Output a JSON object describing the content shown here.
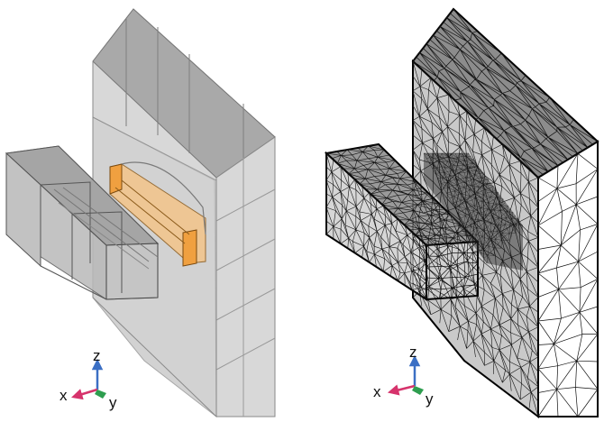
{
  "panels": [
    {
      "id": "geometry-view",
      "triad": {
        "z": "z",
        "x": "x",
        "y": "y"
      }
    },
    {
      "id": "mesh-view",
      "triad": {
        "z": "z",
        "x": "x",
        "y": "y"
      }
    }
  ],
  "colors": {
    "transparent_body": "#9e9e9e",
    "highlight_domain": "#f0a040",
    "mesh_line": "#111111",
    "mesh_fill_dark": "#c8c8c8",
    "z_axis": "#3b6fc4",
    "x_axis": "#d6336c",
    "y_axis": "#2e9e4f"
  }
}
